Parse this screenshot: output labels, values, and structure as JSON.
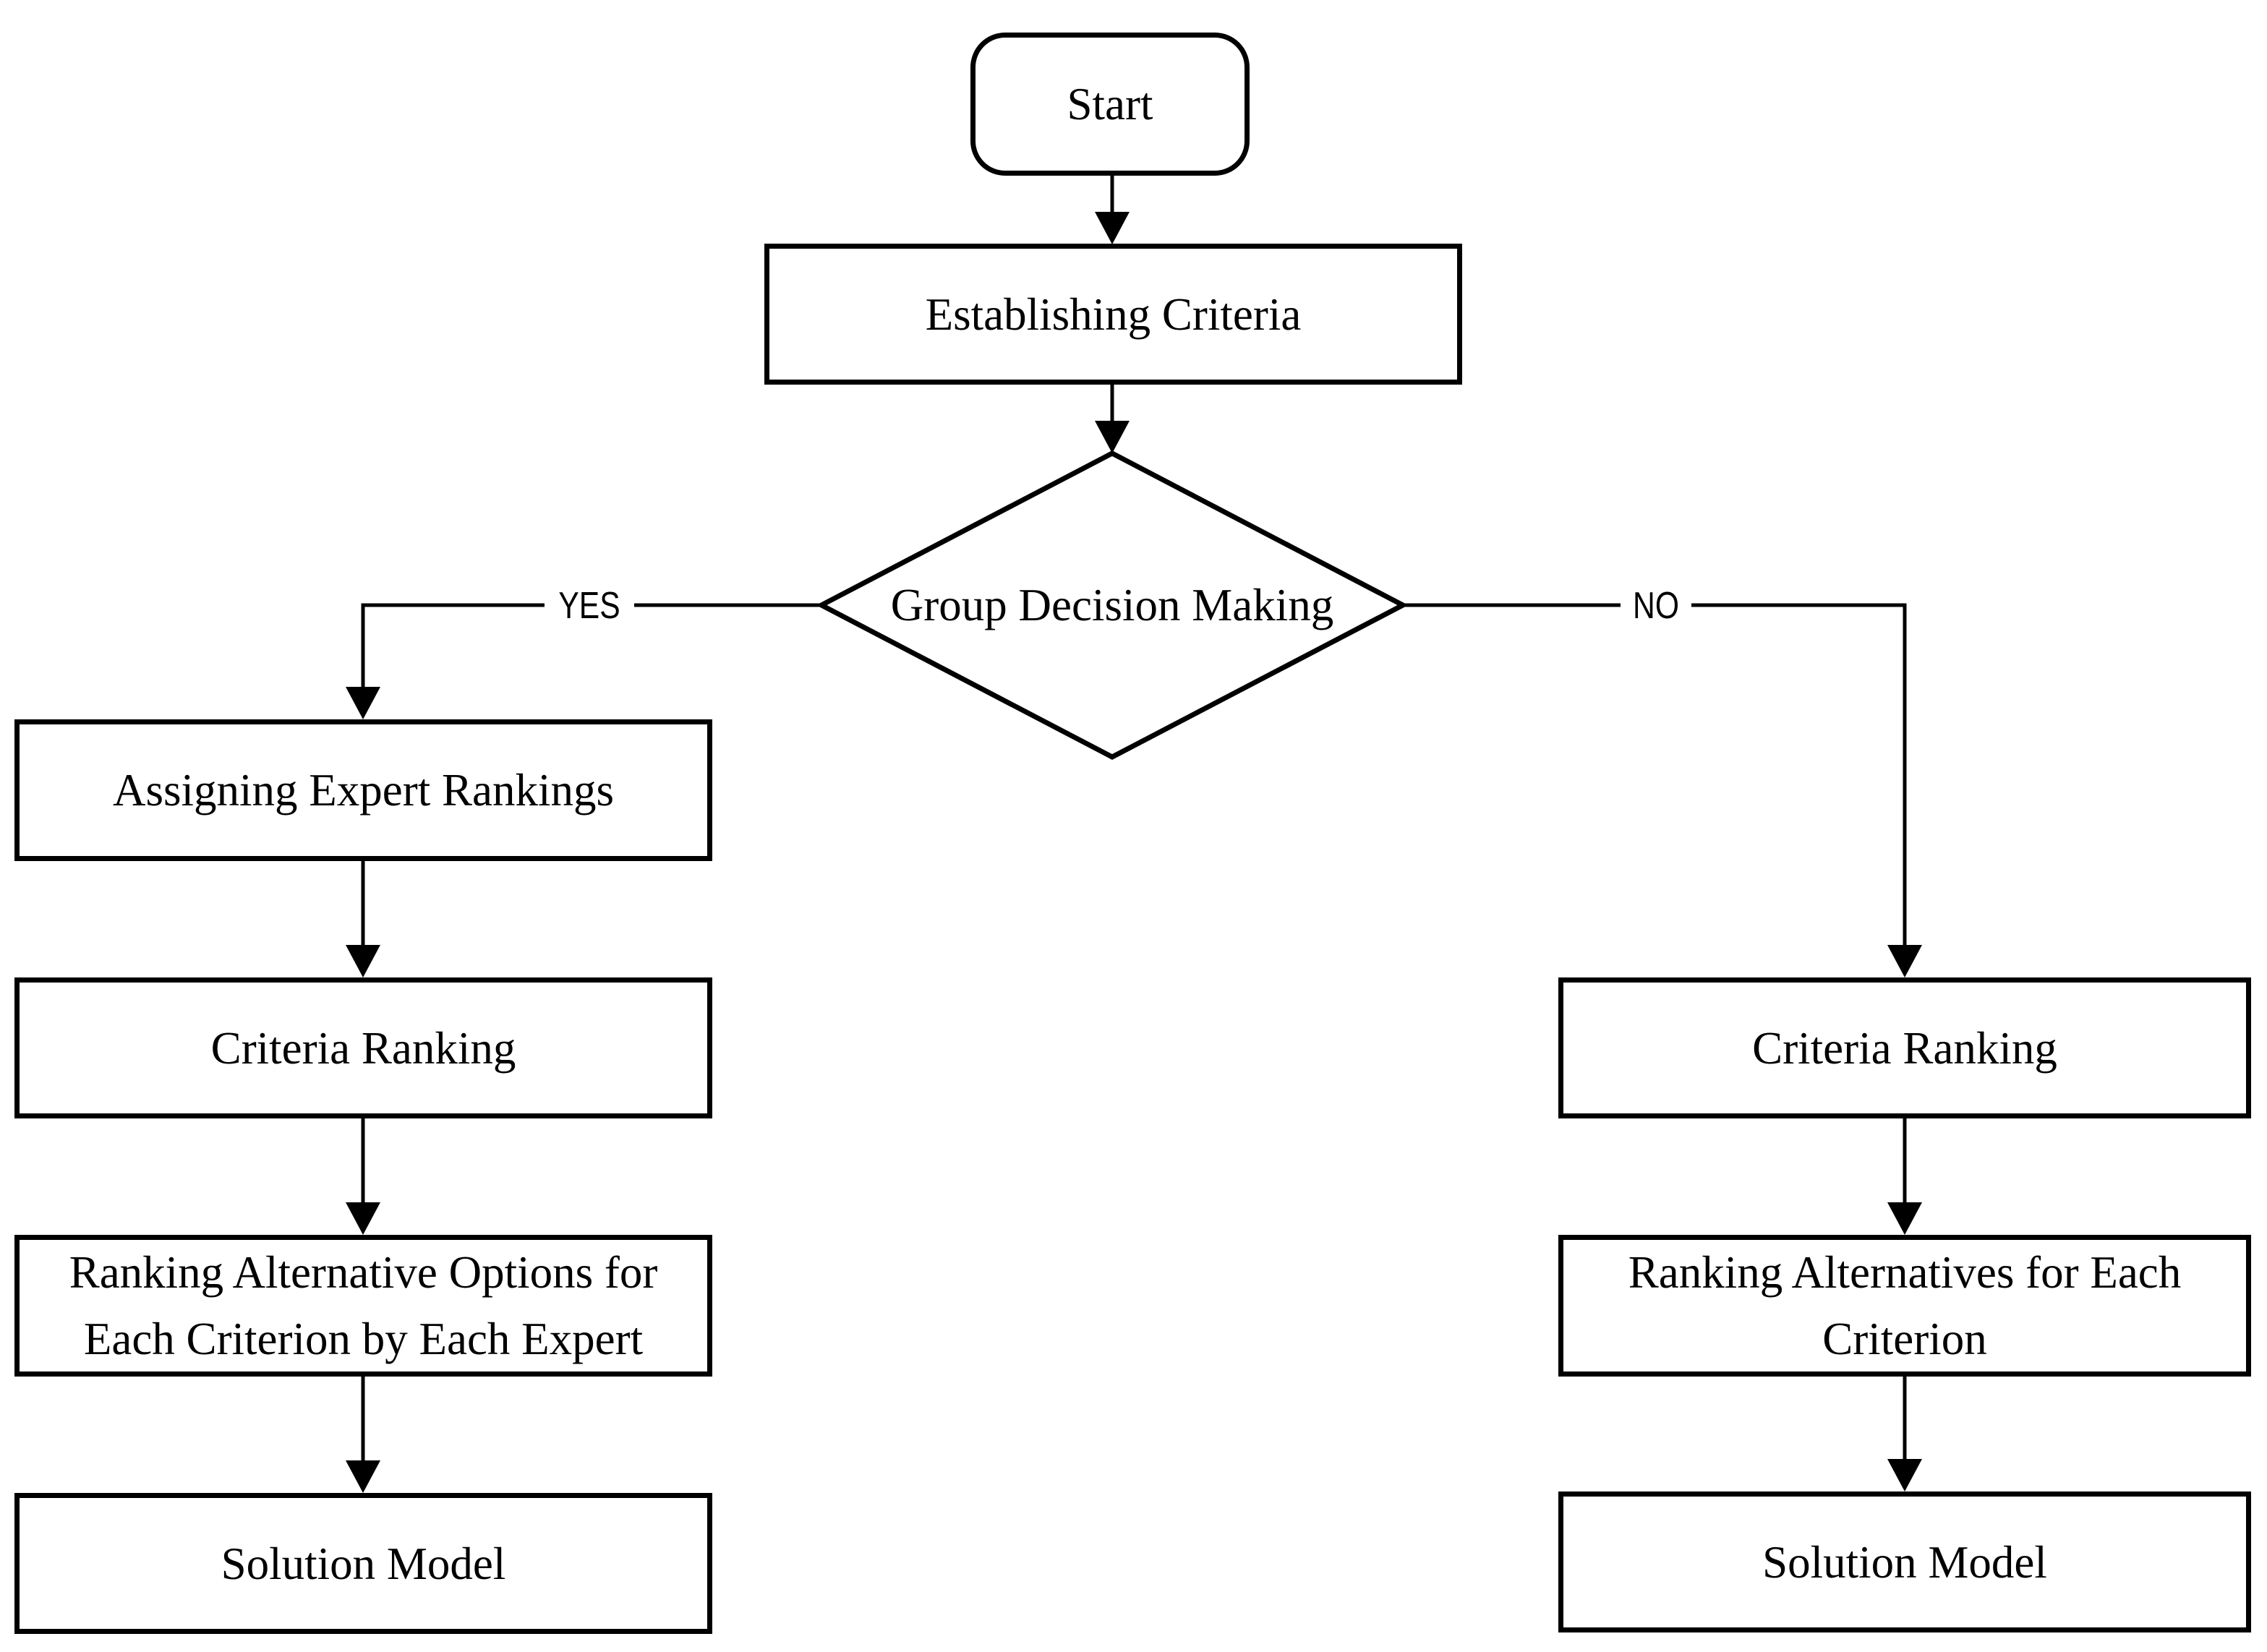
{
  "diagram": {
    "type": "flowchart",
    "colors": {
      "stroke": "#000000",
      "background": "#ffffff",
      "text": "#000000"
    },
    "nodes": {
      "start": {
        "label": "Start",
        "shape": "rounded-rectangle"
      },
      "establishing": {
        "label": "Establishing Criteria",
        "shape": "rectangle"
      },
      "decision": {
        "label": "Group Decision Making",
        "shape": "diamond"
      },
      "assigning": {
        "label": "Assigning Expert Rankings",
        "shape": "rectangle"
      },
      "criteria_left": {
        "label": "Criteria Ranking",
        "shape": "rectangle"
      },
      "ranking_left": {
        "label": "Ranking Alternative Options for Each Criterion by Each Expert",
        "shape": "rectangle"
      },
      "solution_left": {
        "label": "Solution Model",
        "shape": "rectangle"
      },
      "criteria_right": {
        "label": "Criteria Ranking",
        "shape": "rectangle"
      },
      "ranking_right": {
        "label": "Ranking Alternatives for Each Criterion",
        "shape": "rectangle"
      },
      "solution_right": {
        "label": "Solution Model",
        "shape": "rectangle"
      }
    },
    "edges": {
      "yes_label": "YES",
      "no_label": "NO",
      "flow": [
        "start -> establishing",
        "establishing -> decision",
        "decision -YES-> assigning",
        "assigning -> criteria_left",
        "criteria_left -> ranking_left",
        "ranking_left -> solution_left",
        "decision -NO-> criteria_right",
        "criteria_right -> ranking_right",
        "ranking_right -> solution_right"
      ]
    }
  }
}
